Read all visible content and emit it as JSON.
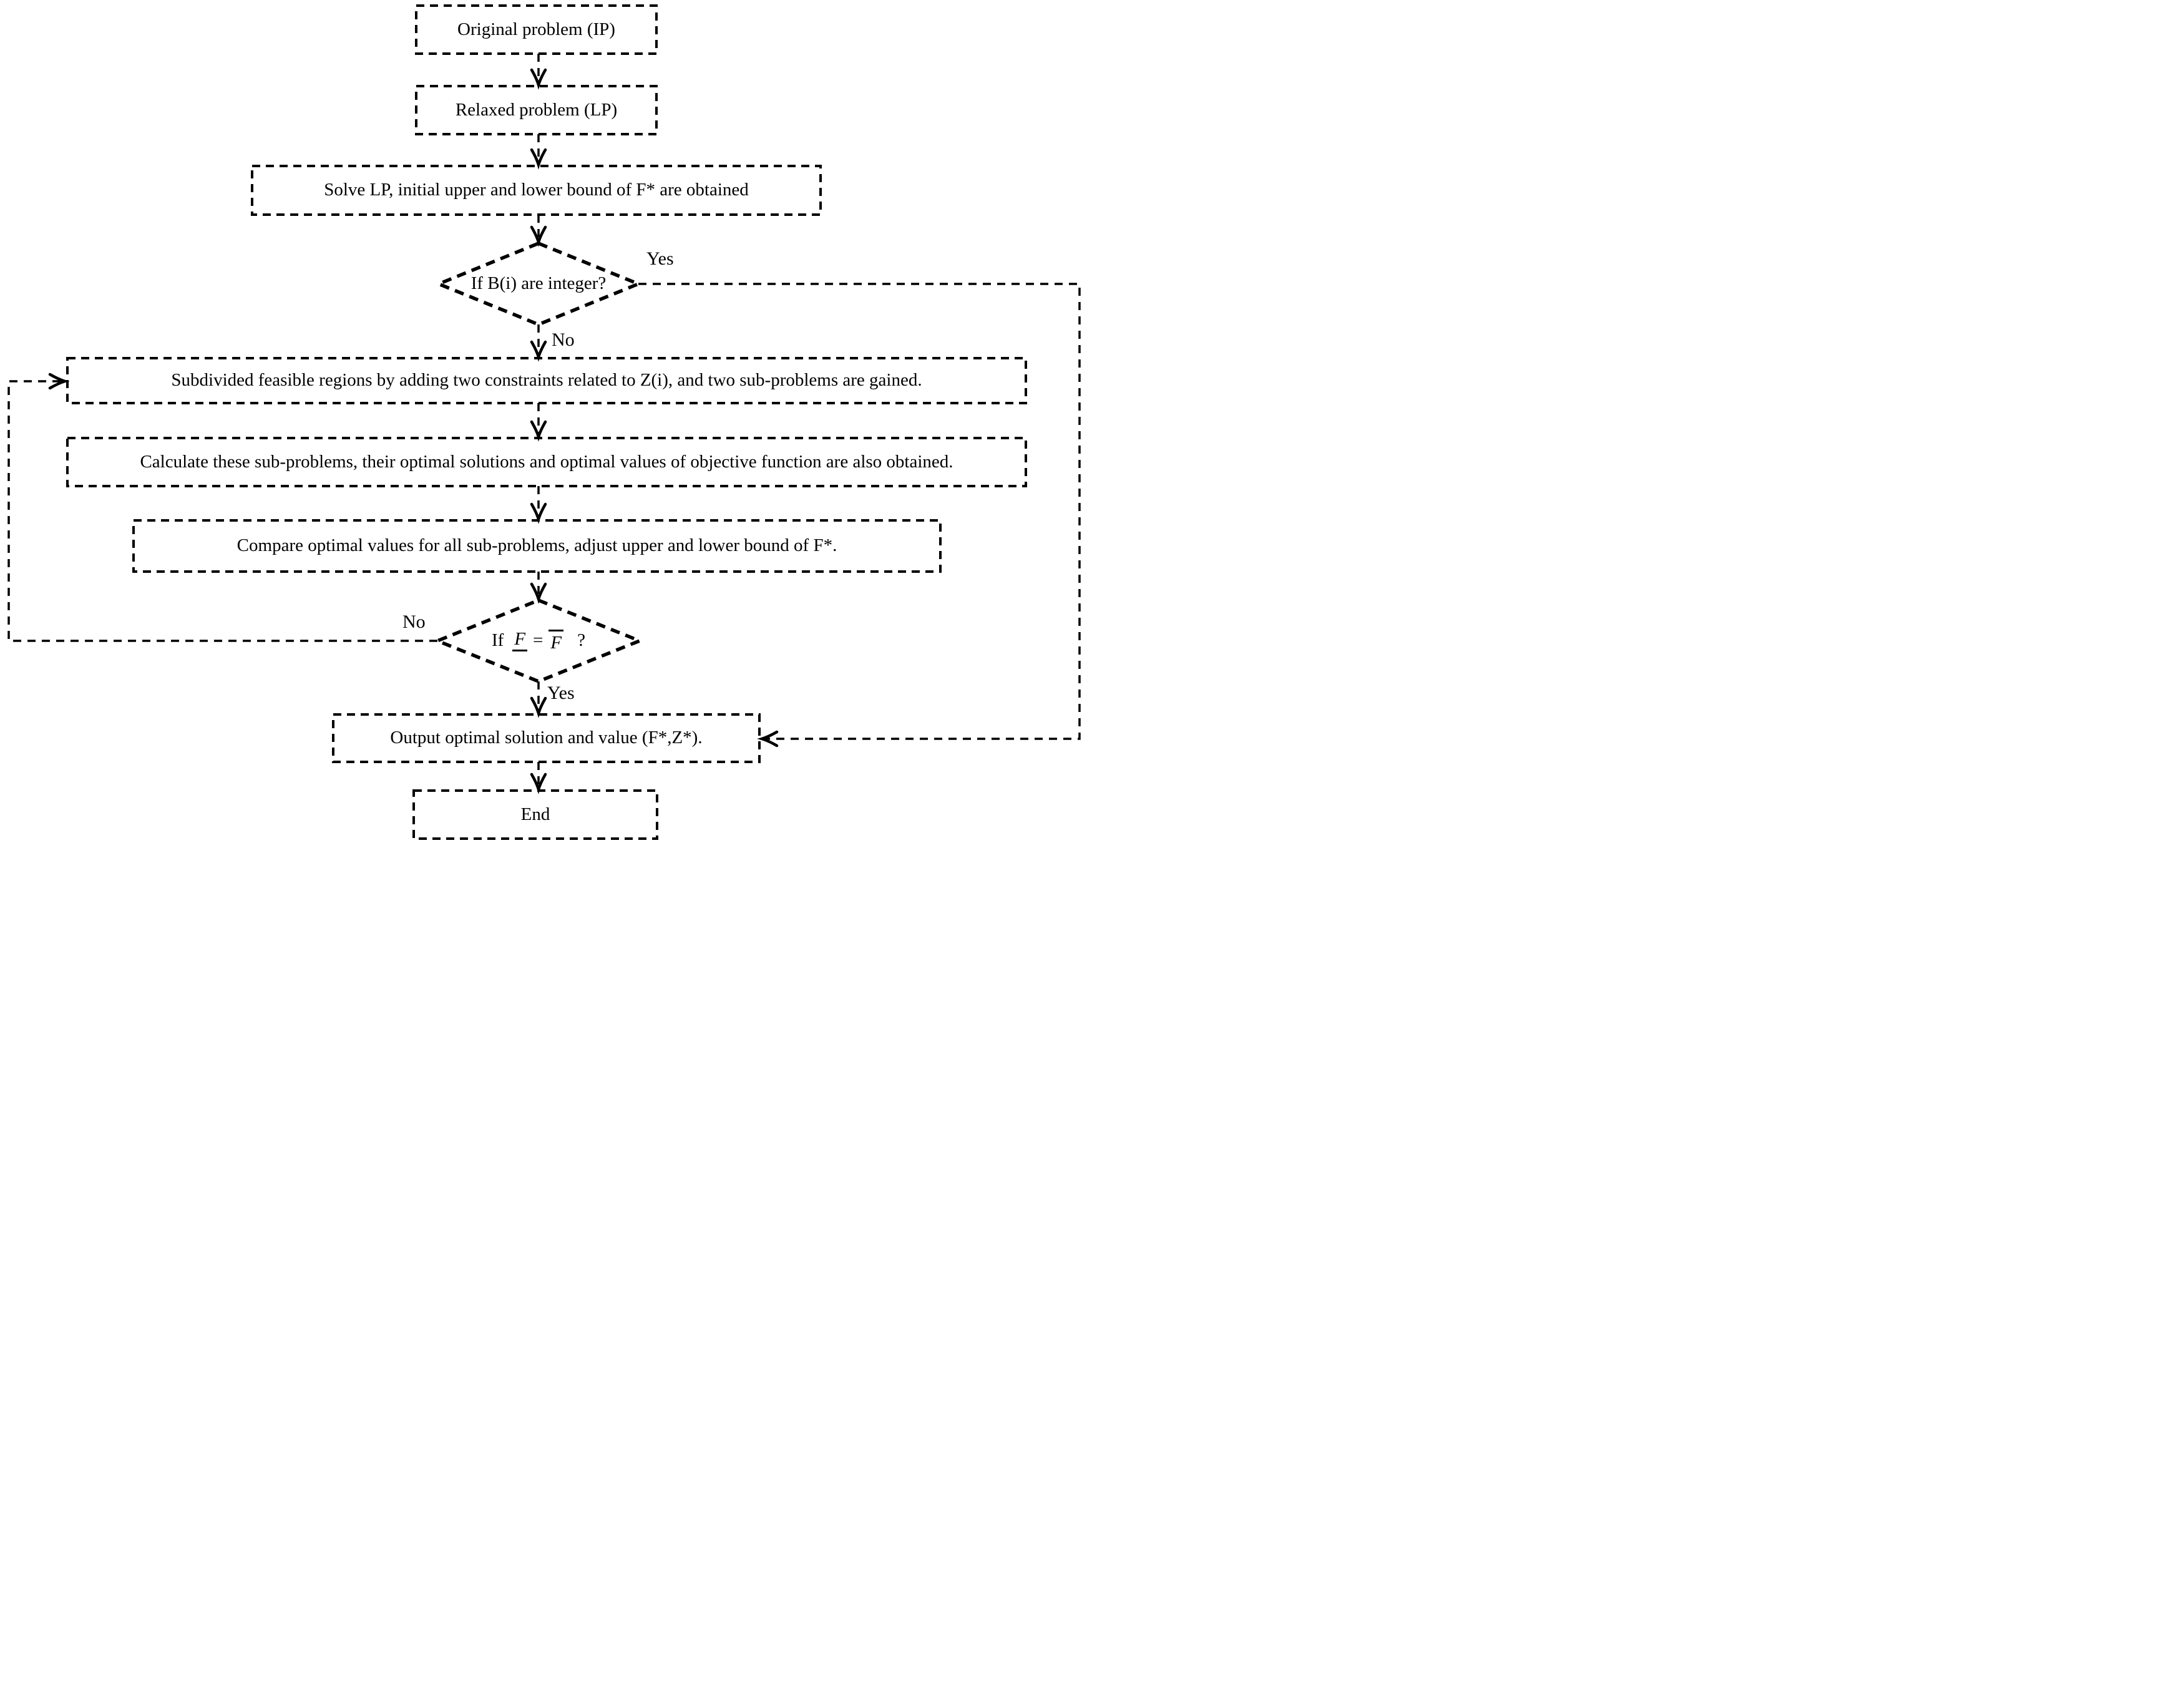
{
  "colors": {
    "stroke": "#000000",
    "background": "#ffffff"
  },
  "nodes": {
    "original": {
      "label": "Original problem (IP)"
    },
    "relaxed": {
      "label": "Relaxed problem (LP)"
    },
    "solve": {
      "label": "Solve LP, initial upper and lower bound of F* are obtained"
    },
    "decision_integer": {
      "label": "If B(i) are integer?",
      "yes_label": "Yes",
      "no_label": "No"
    },
    "subdivide": {
      "label": "Subdivided feasible regions by adding two constraints related to Z(i), and two sub-problems are gained."
    },
    "calculate": {
      "label": "Calculate these sub-problems, their optimal solutions and optimal values of objective function are also obtained."
    },
    "compare": {
      "label": "Compare optimal values for all sub-problems, adjust upper and lower bound of F*."
    },
    "decision_bounds": {
      "prefix": "If",
      "lower_bound": "F",
      "equals": "=",
      "upper_bound": "F",
      "suffix": "?",
      "yes_label": "Yes",
      "no_label": "No"
    },
    "output": {
      "label": "Output optimal solution and value (F*,Z*)."
    },
    "end": {
      "label": "End"
    }
  }
}
